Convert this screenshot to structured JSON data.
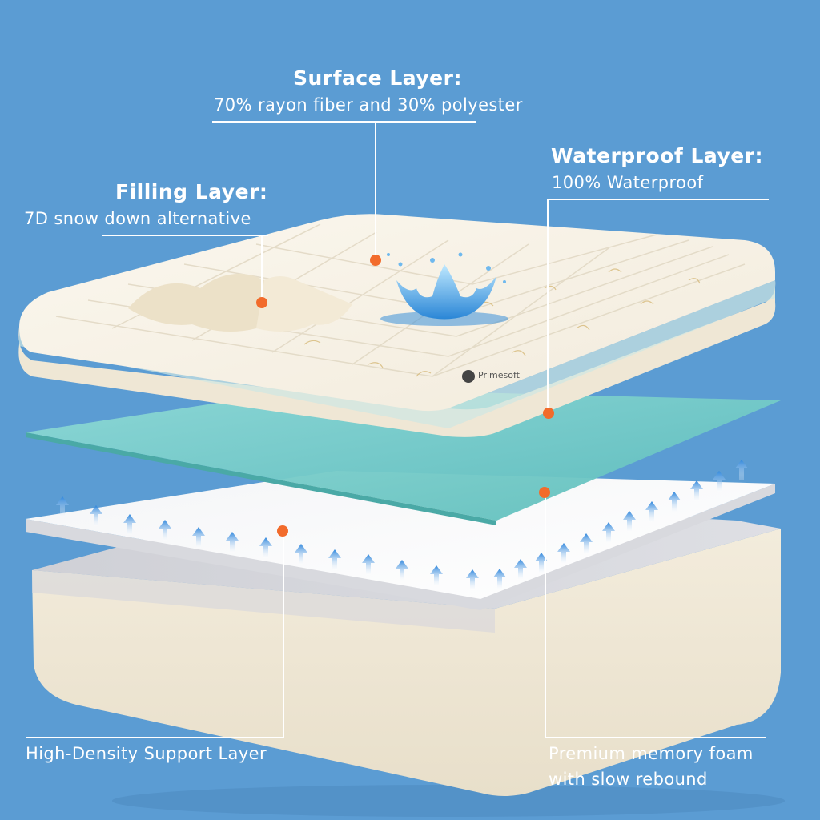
{
  "colors": {
    "background": "#5b9cd3",
    "dot": "#f26b2b",
    "text": "#ffffff",
    "arrow": "#3a8fde",
    "waterproof_sheet": "#6ec9c6"
  },
  "callouts": {
    "surface": {
      "title": "Surface Layer:",
      "desc": "70% rayon fiber and 30% polyester"
    },
    "waterproof": {
      "title": "Waterproof Layer:",
      "desc": "100% Waterproof"
    },
    "filling": {
      "title": "Filling Layer:",
      "desc": "7D snow down alternative"
    },
    "support": {
      "desc": "High-Density Support Layer"
    },
    "memory": {
      "line1": "Premium memory foam",
      "line2": "with slow rebound"
    }
  },
  "brand": {
    "logo_text": "Primesoft"
  },
  "illustration": {
    "water_splash_icon": "water-splash-icon",
    "airflow_arrow_icon": "up-arrow-icon"
  }
}
